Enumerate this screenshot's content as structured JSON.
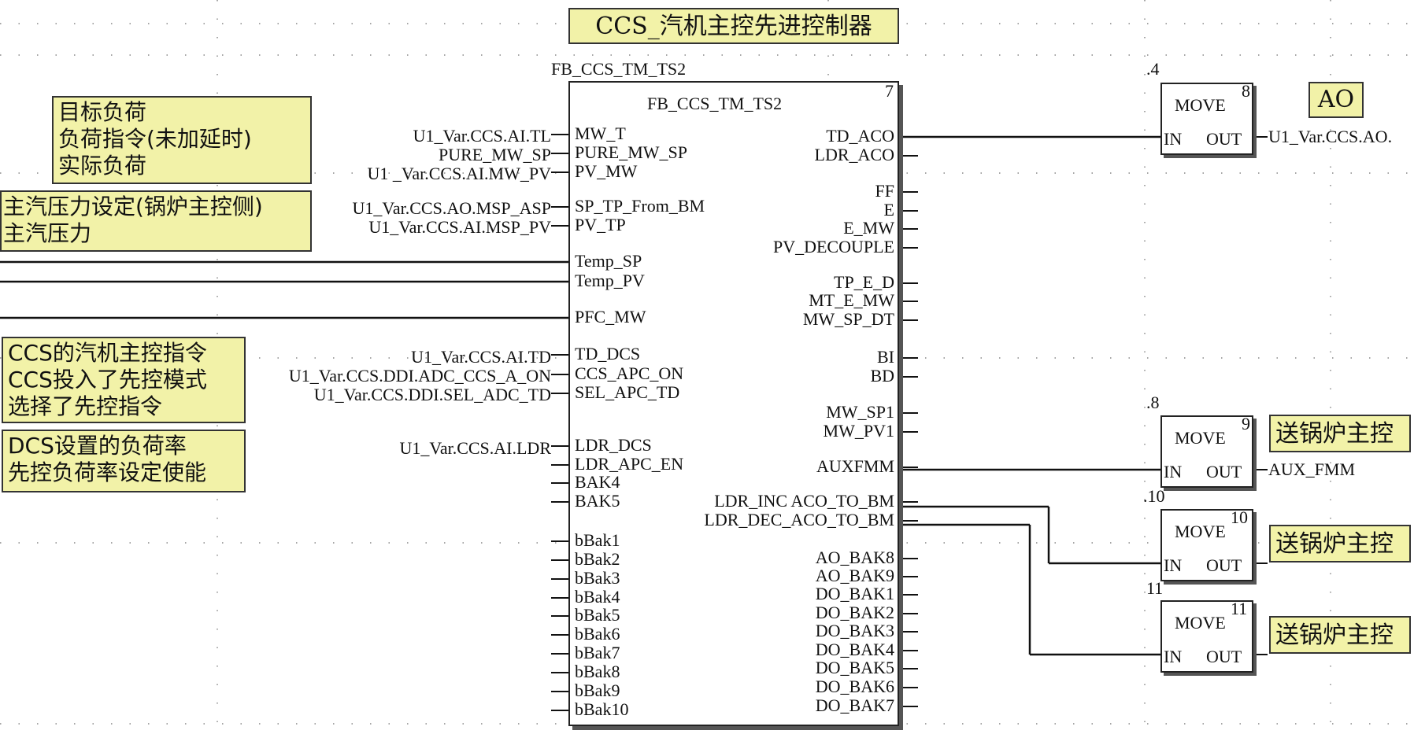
{
  "title_note": "CCS_汽机主控先进控制器",
  "fb": {
    "instance": "FB_CCS_TM_TS2",
    "type": "FB_CCS_TM_TS2",
    "order": "7",
    "inputs": [
      "MW_T",
      "PURE_MW_SP",
      "PV_MW",
      "SP_TP_From_BM",
      "PV_TP",
      "Temp_SP",
      "Temp_PV",
      "PFC_MW",
      "TD_DCS",
      "CCS_APC_ON",
      "SEL_APC_TD",
      "LDR_DCS",
      "LDR_APC_EN",
      "BAK4",
      "BAK5",
      "bBak1",
      "bBak2",
      "bBak3",
      "bBak4",
      "bBak5",
      "bBak6",
      "bBak7",
      "bBak8",
      "bBak9",
      "bBak10"
    ],
    "outputs": [
      "TD_ACO",
      "LDR_ACO",
      "FF",
      "E",
      "E_MW",
      "PV_DECOUPLE",
      "TP_E_D",
      "MT_E_MW",
      "MW_SP_DT",
      "BI",
      "BD",
      "MW_SP1",
      "MW_PV1",
      "AUXFMM",
      "LDR_INC ACO_TO_BM",
      "LDR_DEC_ACO_TO_BM",
      "AO_BAK8",
      "AO_BAK9",
      "DO_BAK1",
      "DO_BAK2",
      "DO_BAK3",
      "DO_BAK4",
      "DO_BAK5",
      "DO_BAK6",
      "DO_BAK7"
    ]
  },
  "input_vars": {
    "mw_t": "U1_Var.CCS.AI.TL",
    "pure_mw_sp": "PURE_MW_SP",
    "pv_mw": "U1 _Var.CCS.AI.MW_PV",
    "sp_tp": "U1_Var.CCS.AO.MSP_ASP",
    "pv_tp": "U1_Var.CCS.AI.MSP_PV",
    "td_dcs": "U1_Var.CCS.AI.TD",
    "ccs_apc_on": "U1_Var.CCS.DDI.ADC_CCS_A_ON",
    "sel_apc_td": "U1_Var.CCS.DDI.SEL_ADC_TD",
    "ldr_dcs": "U1_Var.CCS.AI.LDR"
  },
  "notes": {
    "load": [
      "目标负荷",
      "负荷指令(未加延时)",
      "实际负荷"
    ],
    "pressure": [
      "主汽压力设定(锅炉主控侧)",
      "主汽压力"
    ],
    "turbine": [
      "CCS的汽机主控指令",
      "CCS投入了先控模式",
      "选择了先控指令"
    ],
    "rate": [
      "DCS设置的负荷率",
      "先控负荷率设定使能"
    ],
    "ao": "AO",
    "to_boiler": "送锅炉主控"
  },
  "moves": [
    {
      "order_above": ".4",
      "title": "MOVE",
      "order": "8",
      "in": "IN",
      "out": "OUT",
      "out_var": "U1_Var.CCS.AO."
    },
    {
      "order_above": ".8",
      "title": "MOVE",
      "order": "9",
      "in": "IN",
      "out": "OUT",
      "out_var": "AUX_FMM"
    },
    {
      "order_above": ".10",
      "title": "MOVE",
      "order": "10",
      "in": "IN",
      "out": "OUT",
      "out_var": ""
    },
    {
      "order_above": "11",
      "title": "MOVE",
      "order": "11",
      "in": "IN",
      "out": "OUT",
      "out_var": ""
    }
  ]
}
